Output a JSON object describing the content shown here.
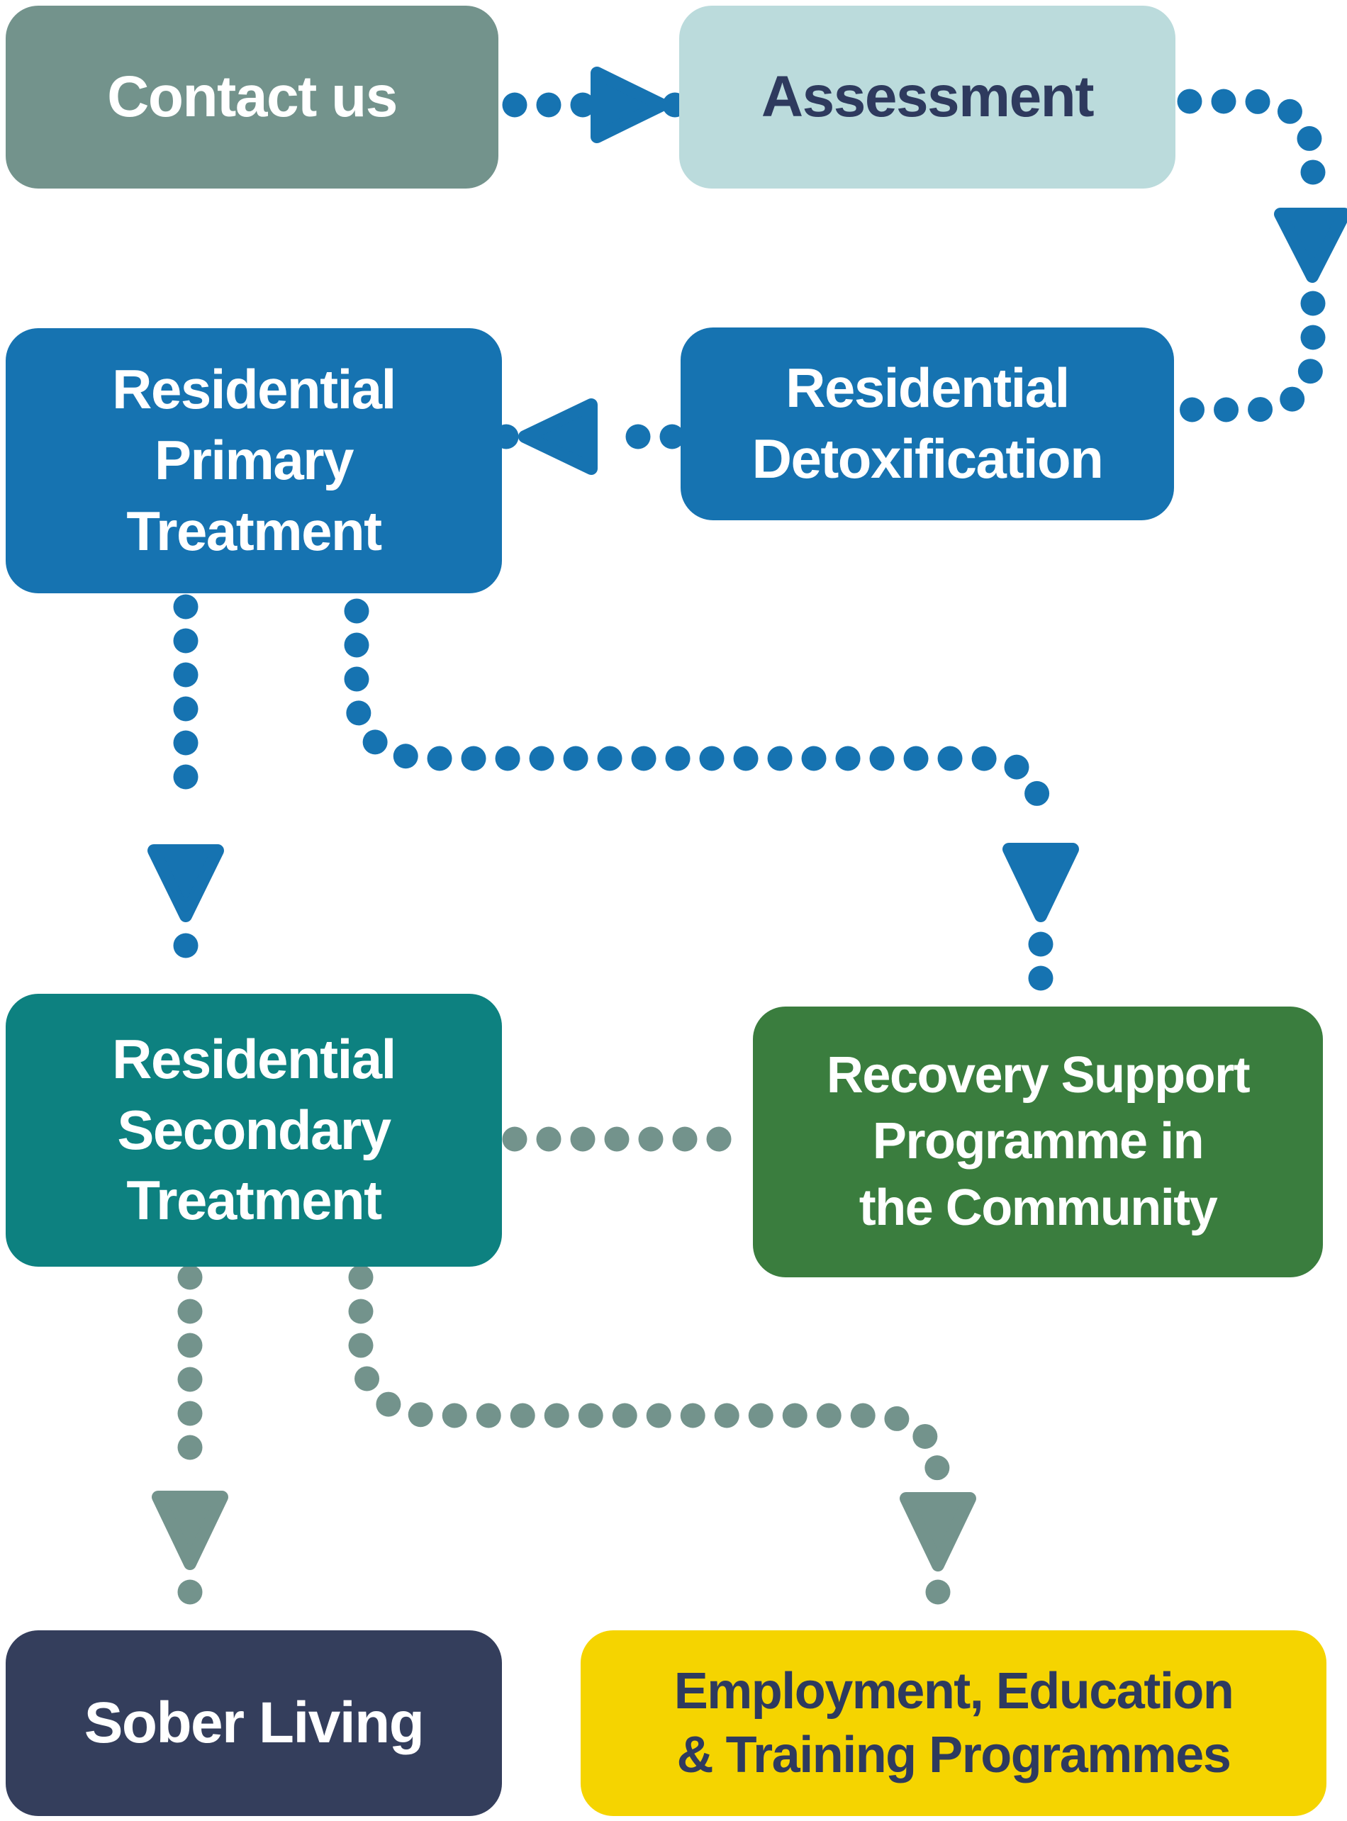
{
  "diagram": {
    "description": "Treatment pathway flowchart",
    "nodes": [
      {
        "id": "contact",
        "label": "Contact us",
        "bg": "#73938C",
        "text_color": "#FFFFFF"
      },
      {
        "id": "assessment",
        "label": "Assessment",
        "bg": "#BBDBDC",
        "text_color": "#2E3A5E"
      },
      {
        "id": "primary",
        "label": "Residential\nPrimary\nTreatment",
        "bg": "#1673B1",
        "text_color": "#FFFFFF"
      },
      {
        "id": "detox",
        "label": "Residential\nDetoxification",
        "bg": "#1673B1",
        "text_color": "#FFFFFF"
      },
      {
        "id": "secondary",
        "label": "Residential\nSecondary\nTreatment",
        "bg": "#0D8180",
        "text_color": "#FFFFFF"
      },
      {
        "id": "recovery",
        "label": "Recovery Support\nProgramme in\nthe Community",
        "bg": "#3A7D3E",
        "text_color": "#FFFFFF"
      },
      {
        "id": "sober",
        "label": "Sober Living",
        "bg": "#343E5C",
        "text_color": "#FFFFFF"
      },
      {
        "id": "employment",
        "label": "Employment, Education\n& Training Programmes",
        "bg": "#F5D400",
        "text_color": "#2E3A5E"
      }
    ],
    "edges": [
      {
        "from": "Contact us",
        "to": "Assessment",
        "style": "dotted-arrow",
        "color": "#1673B1"
      },
      {
        "from": "Assessment",
        "to": "Residential Detoxification",
        "style": "dotted-arrow",
        "color": "#1673B1"
      },
      {
        "from": "Residential Detoxification",
        "to": "Residential Primary Treatment",
        "style": "dotted-arrow",
        "color": "#1673B1"
      },
      {
        "from": "Residential Primary Treatment",
        "to": "Residential Secondary Treatment",
        "style": "dotted-arrow",
        "color": "#1673B1"
      },
      {
        "from": "Residential Primary Treatment",
        "to": "Recovery Support Programme in the Community",
        "style": "dotted-arrow",
        "color": "#1673B1"
      },
      {
        "from": "Residential Secondary Treatment",
        "to": "Recovery Support Programme in the Community",
        "style": "dotted-line",
        "color": "#73938C"
      },
      {
        "from": "Residential Secondary Treatment",
        "to": "Sober Living",
        "style": "dotted-arrow",
        "color": "#73938C"
      },
      {
        "from": "Residential Secondary Treatment",
        "to": "Employment, Education & Training Programmes",
        "style": "dotted-arrow",
        "color": "#73938C"
      }
    ],
    "connector_colors": {
      "treatment_path": "#1673B1",
      "aftercare_path": "#73938C"
    }
  }
}
